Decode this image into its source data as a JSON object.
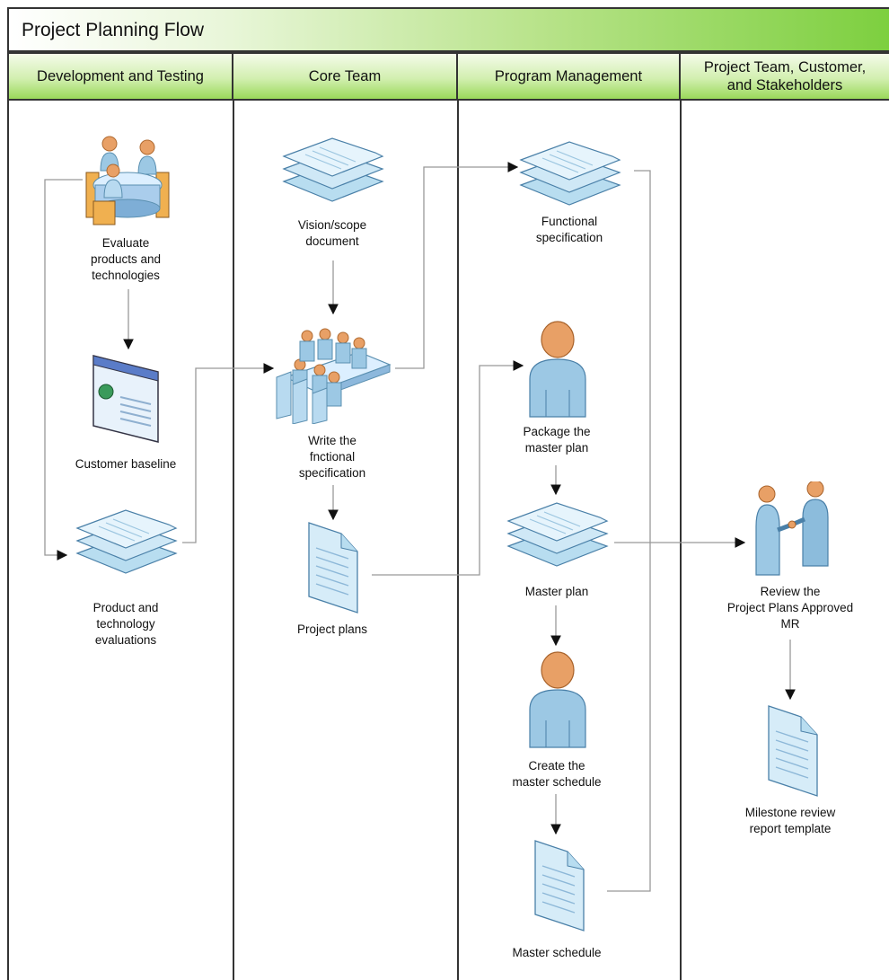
{
  "title": "Project Planning Flow",
  "lanes": [
    {
      "label": "Development and Testing"
    },
    {
      "label_line1": "Core Team"
    },
    {
      "label": "Program Management"
    },
    {
      "label_line1": "Project Team, Customer,",
      "label_line2": "and Stakeholders"
    }
  ],
  "nodes": {
    "evaluate": {
      "line1": "Evaluate",
      "line2": "products and",
      "line3": "technologies",
      "icon": "meeting-table-icon"
    },
    "customer_baseline": {
      "line1": "Customer baseline",
      "icon": "web-page-icon"
    },
    "product_eval": {
      "line1": "Product and",
      "line2": "technology",
      "line3": "evaluations",
      "icon": "document-stack-icon"
    },
    "vision_scope": {
      "line1": "Vision/scope",
      "line2": "document",
      "icon": "document-stack-icon"
    },
    "write_spec": {
      "line1": "Write the",
      "line2": "fnctional",
      "line3": "specification",
      "icon": "conference-room-icon"
    },
    "project_plans": {
      "line1": "Project plans",
      "icon": "document-icon"
    },
    "functional_spec": {
      "line1": "Functional",
      "line2": "specification",
      "icon": "document-stack-icon"
    },
    "package_plan": {
      "line1": "Package the",
      "line2": "master plan",
      "icon": "person-icon"
    },
    "master_plan": {
      "line1": "Master plan",
      "icon": "document-stack-icon"
    },
    "create_schedule": {
      "line1": "Create the",
      "line2": "master schedule",
      "icon": "person-icon"
    },
    "master_schedule": {
      "line1": "Master schedule",
      "icon": "document-icon"
    },
    "review_plans": {
      "line1": "Review the",
      "line2": "Project Plans Approved",
      "line3": "MR",
      "icon": "handshake-icon"
    },
    "milestone_template": {
      "line1": "Milestone review",
      "line2": "report template",
      "icon": "document-icon"
    }
  },
  "colors": {
    "header_green": "#7ccf3e",
    "icon_blue": "#cde9f5",
    "icon_outline": "#5a8fb0",
    "person_head": "#e8a066",
    "person_body": "#9cc8e4",
    "line": "#888888"
  }
}
